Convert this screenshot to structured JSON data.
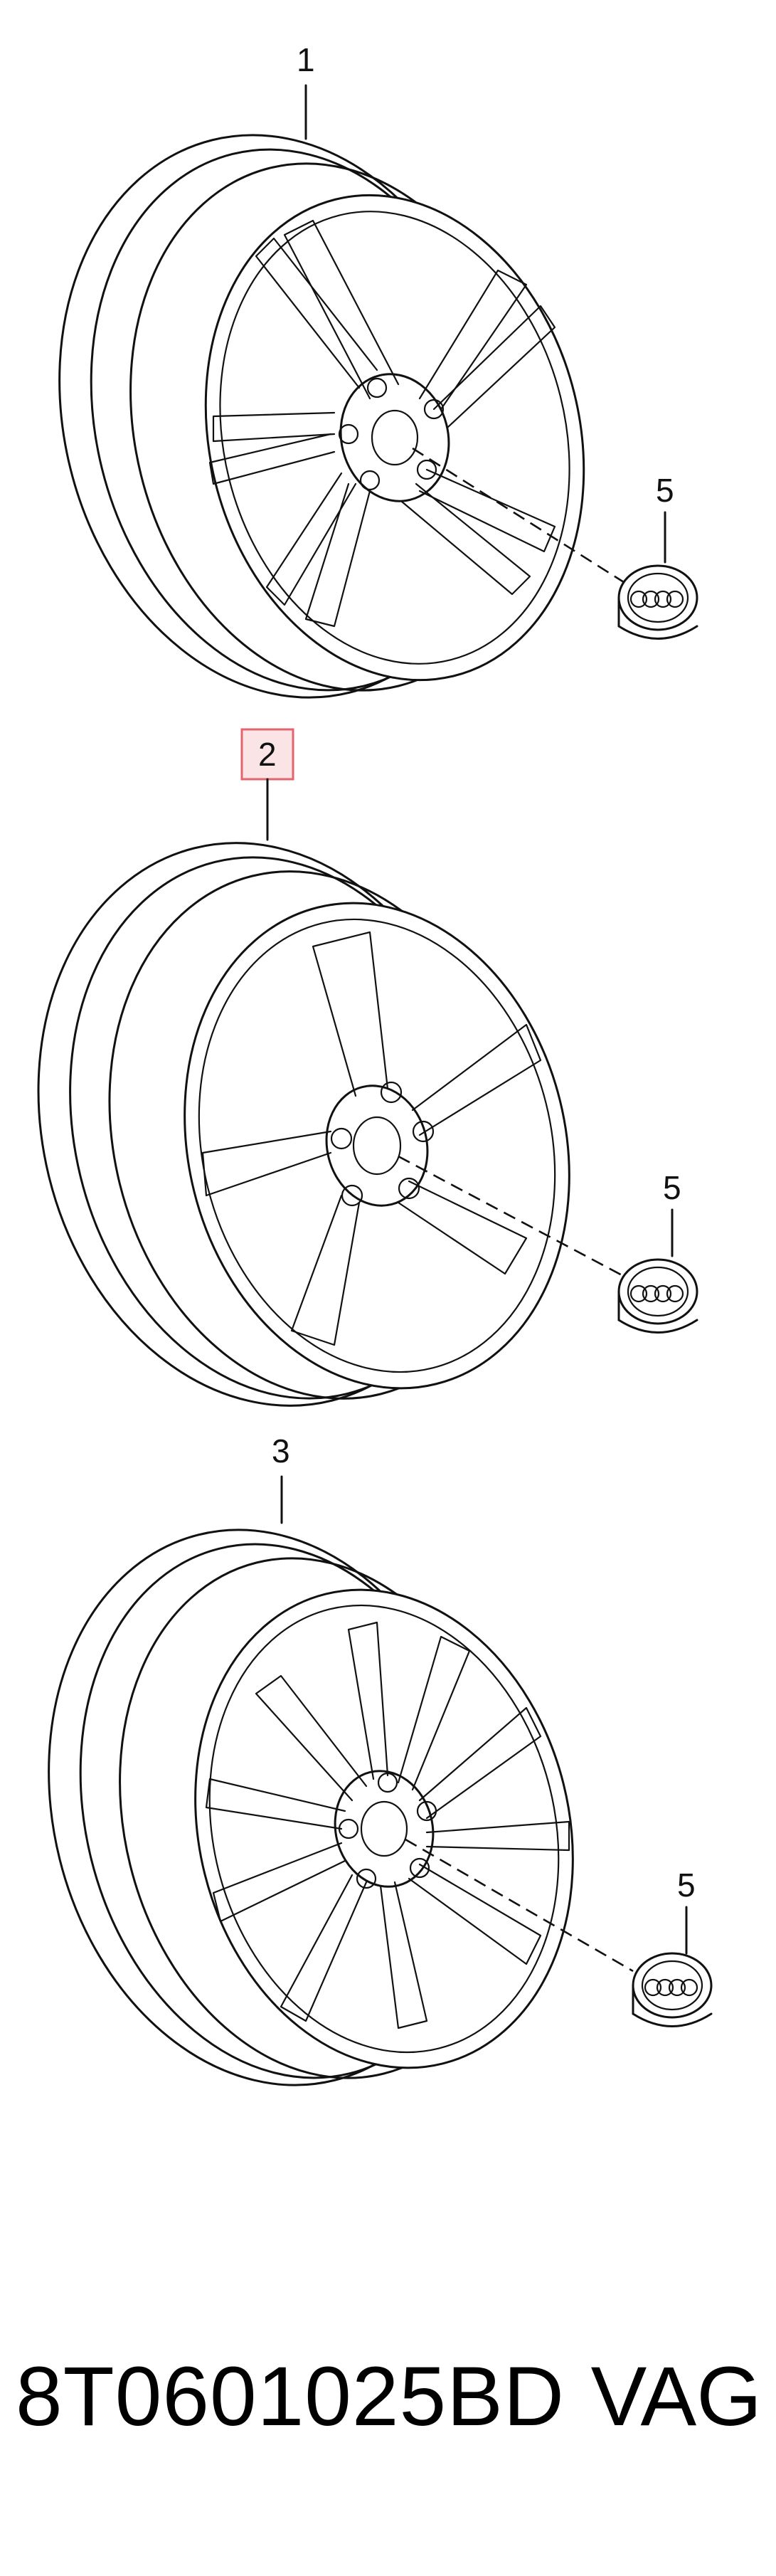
{
  "callouts": {
    "wheel_1": "1",
    "wheel_2": "2",
    "wheel_3": "3",
    "cap_1": "5",
    "cap_2": "5",
    "cap_3": "5"
  },
  "highlighted_callout": "2",
  "footer": {
    "part_number": "8T0601025BD",
    "brand": "VAG"
  },
  "colors": {
    "highlight_fill": "#fbe4e6",
    "highlight_stroke": "#e1646f",
    "line": "#111111"
  }
}
